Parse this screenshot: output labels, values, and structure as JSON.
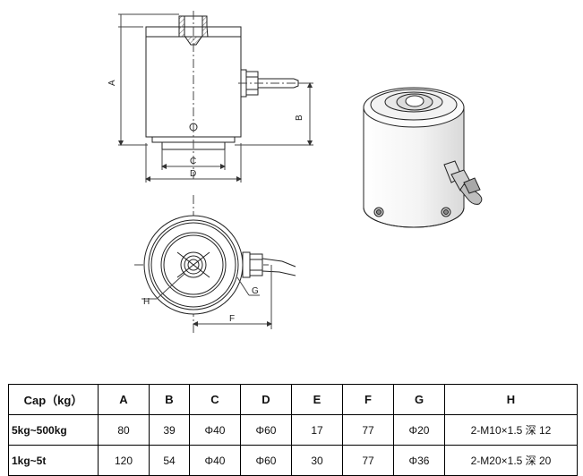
{
  "drawing": {
    "labels": {
      "a": "A",
      "b": "B",
      "c": "C",
      "d": "D",
      "f": "F",
      "g": "G",
      "h": "H"
    }
  },
  "table": {
    "headers": [
      "Cap（kg）",
      "A",
      "B",
      "C",
      "D",
      "E",
      "F",
      "G",
      "H"
    ],
    "rows": [
      [
        "5kg~500kg",
        "80",
        "39",
        "Φ40",
        "Φ60",
        "17",
        "77",
        "Φ20",
        "2-M10×1.5 深 12"
      ],
      [
        "1kg~5t",
        "120",
        "54",
        "Φ40",
        "Φ60",
        "30",
        "77",
        "Φ36",
        "2-M20×1.5 深 20"
      ]
    ]
  }
}
